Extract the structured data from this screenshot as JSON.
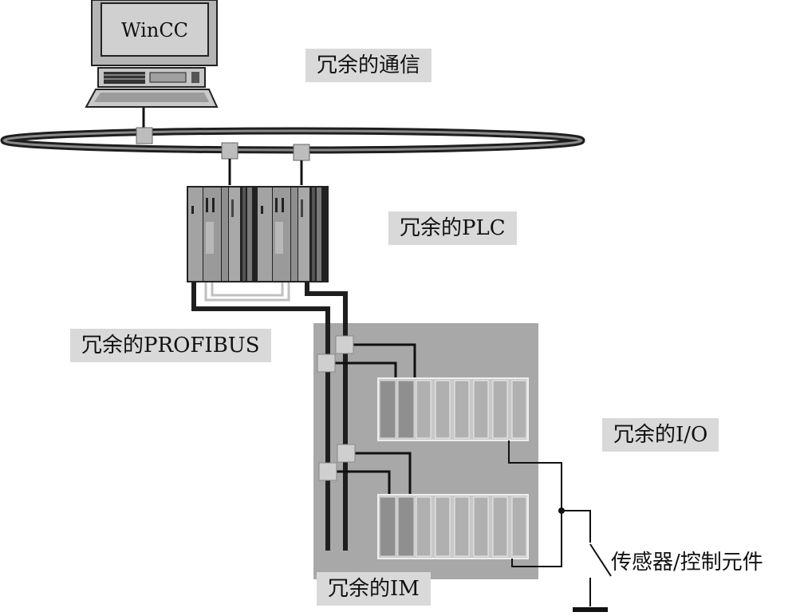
{
  "diagram": {
    "computer": {
      "screen_text": "WinCC"
    },
    "labels": {
      "comm": "冗余的通信",
      "plc": "冗余的PLC",
      "profibus": "冗余的PROFIBUS",
      "io": "冗余的I/O",
      "im": "冗余的IM",
      "sensor": "传感器/控制元件"
    },
    "colors": {
      "label_bg": "#d9d9d9",
      "panel": "#a8a8a8",
      "ring": "#222222",
      "module": "#9a9a9a",
      "connector": "#c4c4c4"
    }
  }
}
